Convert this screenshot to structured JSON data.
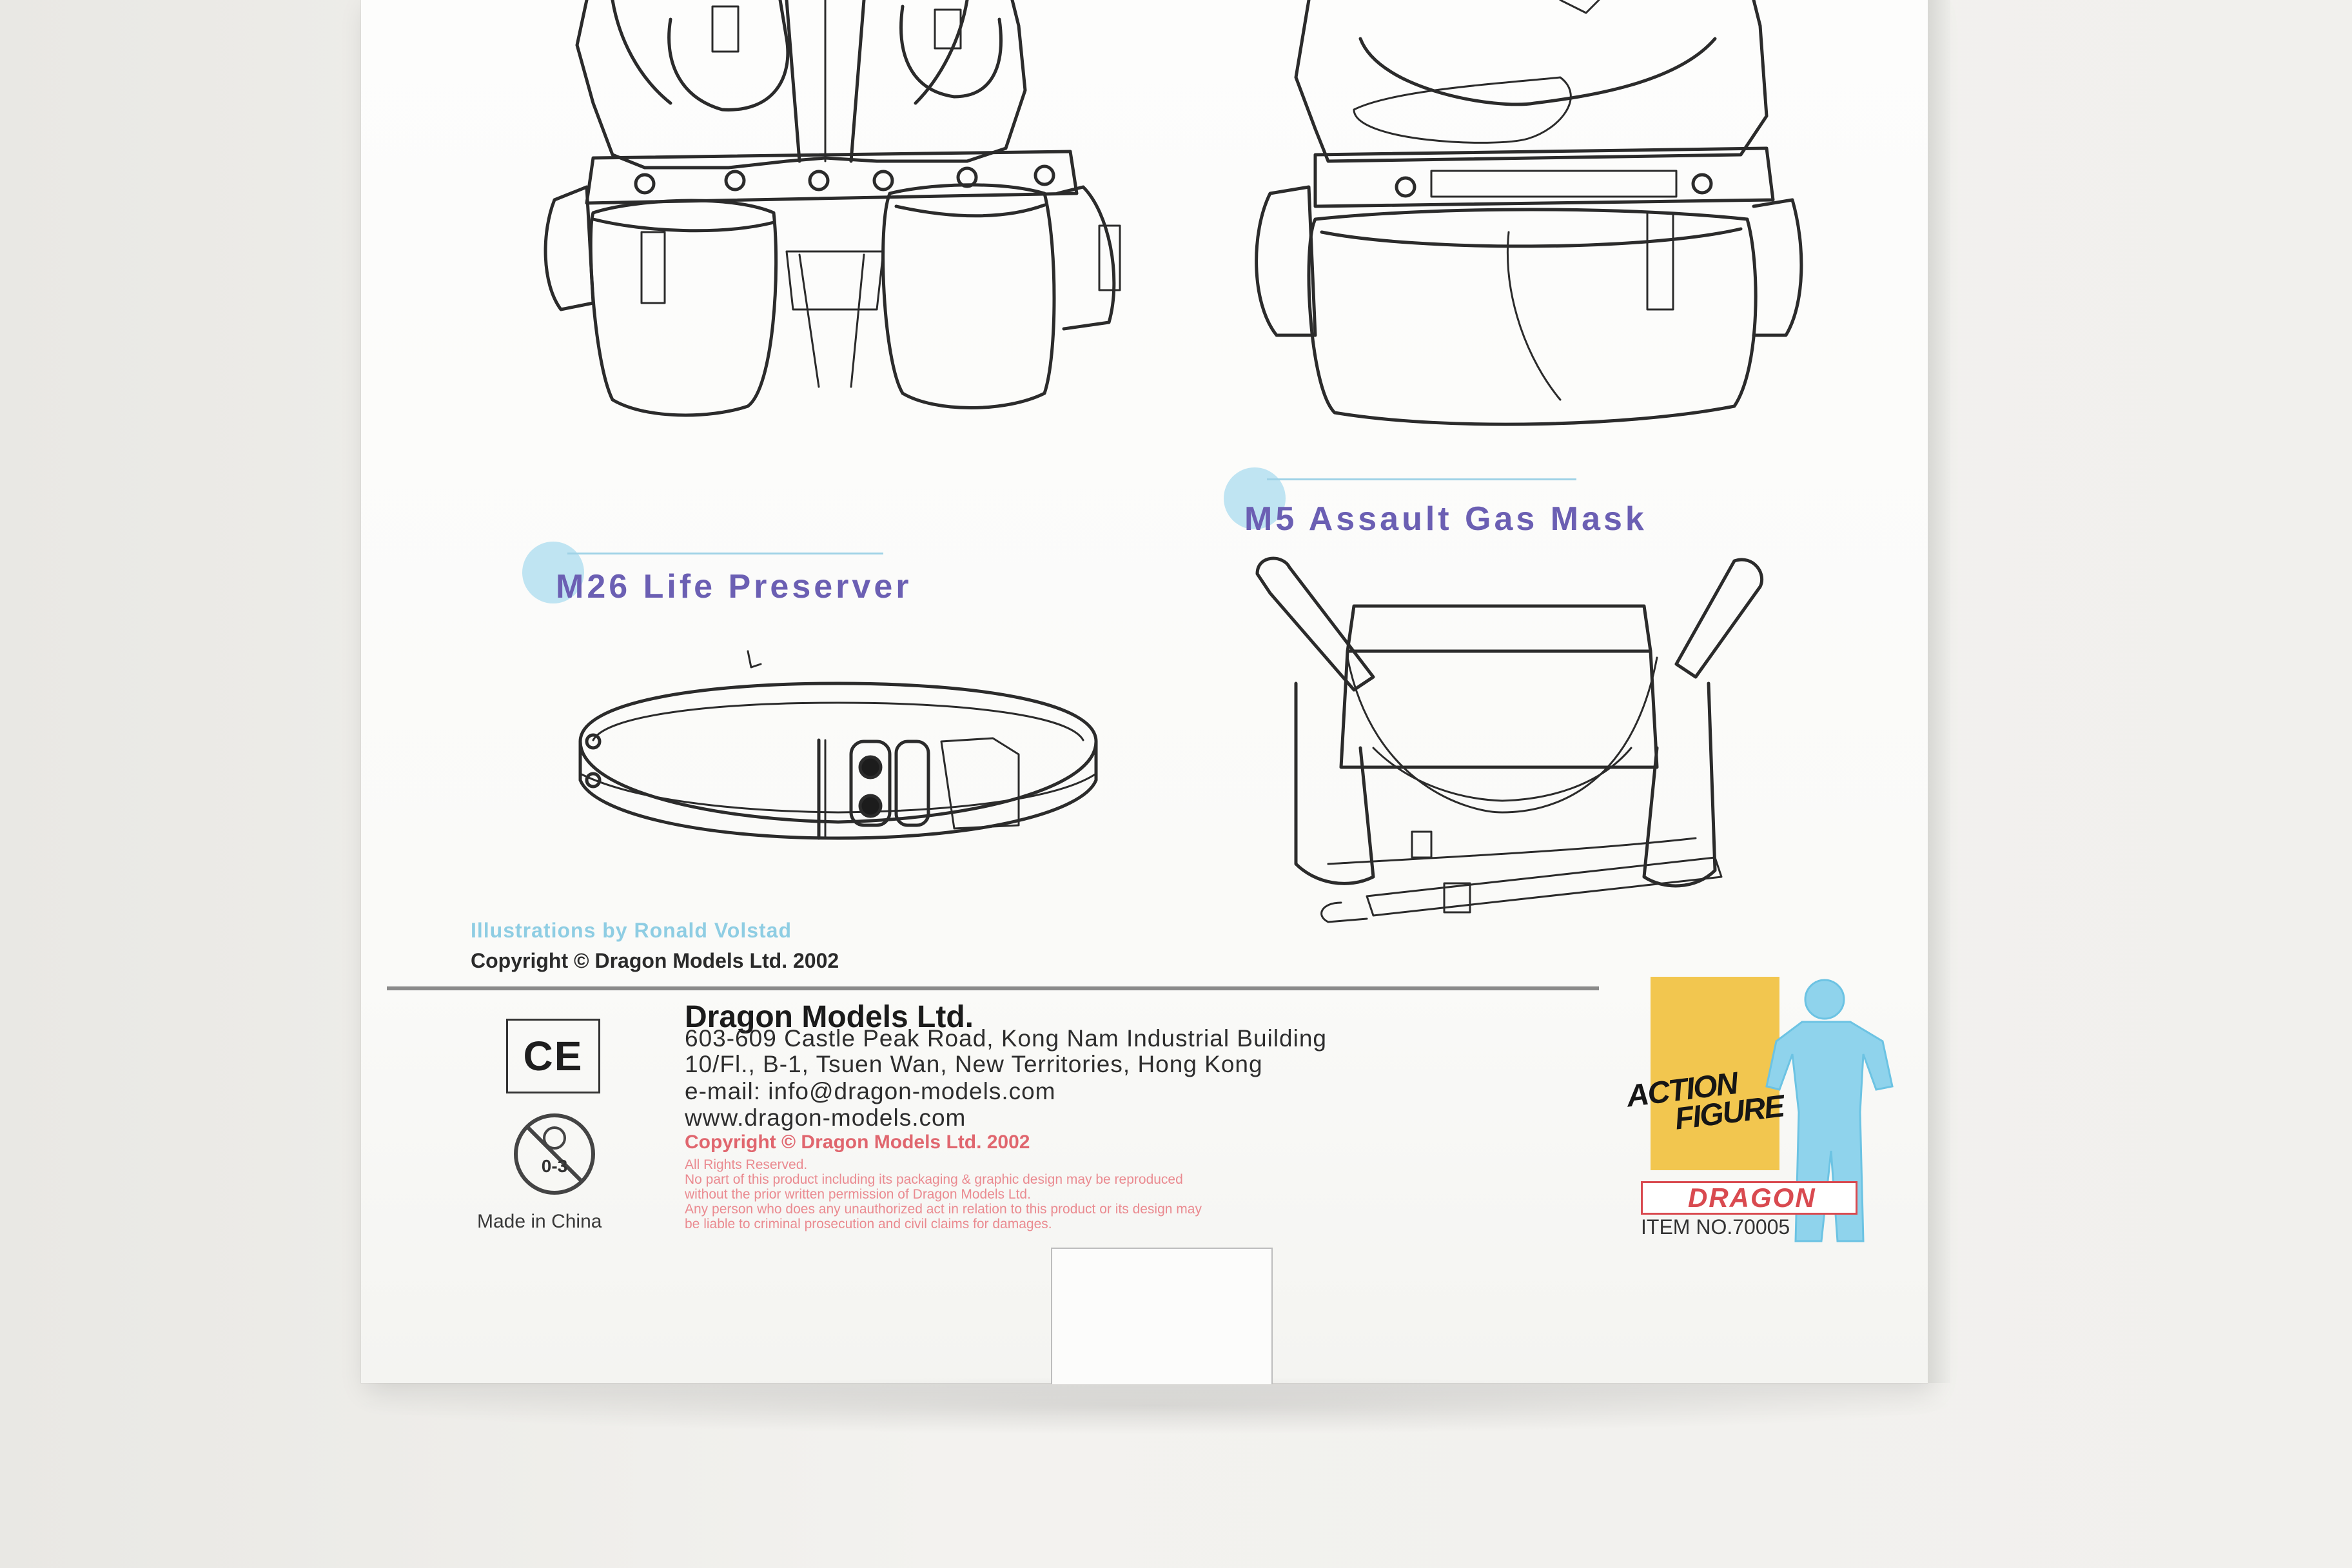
{
  "titles": {
    "life_preserver": "M26 Life Preserver",
    "gas_mask": "M5 Assault Gas Mask"
  },
  "credits": {
    "illustrations": "Illustrations by Ronald Volstad",
    "copyright": "Copyright © Dragon Models Ltd. 2002"
  },
  "compliance": {
    "ce_mark": "CE",
    "age_warning": "0-3",
    "made_in": "Made in China"
  },
  "company": {
    "name": "Dragon Models Ltd.",
    "address_line1": "603-609 Castle Peak Road, Kong Nam Industrial Building",
    "address_line2": "10/Fl., B-1, Tsuen Wan, New Territories, Hong Kong",
    "email": "e-mail: info@dragon-models.com",
    "website": "www.dragon-models.com",
    "copyright": "Copyright © Dragon Models Ltd. 2002",
    "rights": "All Rights Reserved.",
    "notice1": "No part of this product including its packaging & graphic design may be reproduced",
    "notice2": "without the prior written permission of Dragon Models Ltd.",
    "notice3": "Any person who does any unauthorized act in relation to this product or its design may",
    "notice4": "be liable to criminal prosecution and civil claims for damages."
  },
  "logo": {
    "action_line1": "ACTION",
    "action_line2": "FIGURE",
    "brand": "DRAGON",
    "item_number": "ITEM NO.70005"
  },
  "colors": {
    "title_text": "#6b5fb3",
    "title_dot": "#bfe4f2",
    "credit_blue": "#8ecde3",
    "copyright_red": "#e0666e",
    "logo_yellow": "#f2c64f",
    "logo_figure_blue": "#8fd3ec",
    "brand_red": "#d94a50"
  },
  "icons": [
    "ce-mark-icon",
    "no-small-children-icon",
    "action-figure-logo-icon",
    "dragon-logo-icon"
  ]
}
